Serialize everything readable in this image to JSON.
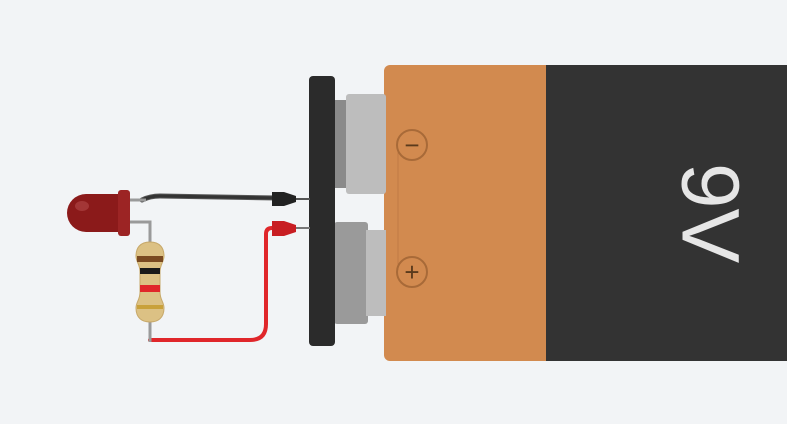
{
  "battery": {
    "voltage_label": "9V",
    "negative_symbol": "−",
    "positive_symbol": "+"
  },
  "colors": {
    "background": "#f2f4f6",
    "battery_copper": "#d28a4f",
    "battery_body": "#333333",
    "clip": "#2b2b2b",
    "wire_black": "#333333",
    "wire_red": "#e0262a",
    "led_red": "#8b1a1a",
    "resistor_body": "#dcc184"
  },
  "components": {
    "led": "led",
    "resistor": "resistor",
    "resistor_bands": [
      "#7a4a21",
      "#1a1a1a",
      "#e0262a",
      "#c9a13b"
    ]
  }
}
